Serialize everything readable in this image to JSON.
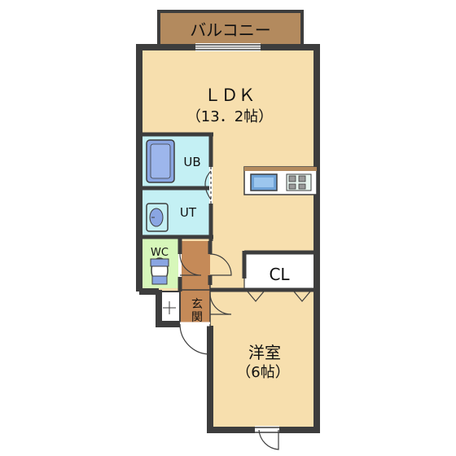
{
  "rooms": {
    "balcony": "バルコニー",
    "ldk": {
      "name": "ＬＤＫ",
      "size": "（13．2帖）"
    },
    "ub": "UB",
    "ut": "UT",
    "wc": "WC",
    "cl": "CL",
    "genkan": {
      "line1": "玄",
      "line2": "関"
    },
    "bedroom": {
      "name": "洋室",
      "size": "（6帖）"
    }
  },
  "colors": {
    "wall": "#3d3d3d",
    "floor": "#f7dfae",
    "balcony": "#b38a5e",
    "wet_area": "#c4f0f4",
    "wc_floor": "#d7f7ba",
    "entrance": "#c58a58",
    "white": "#ffffff"
  }
}
